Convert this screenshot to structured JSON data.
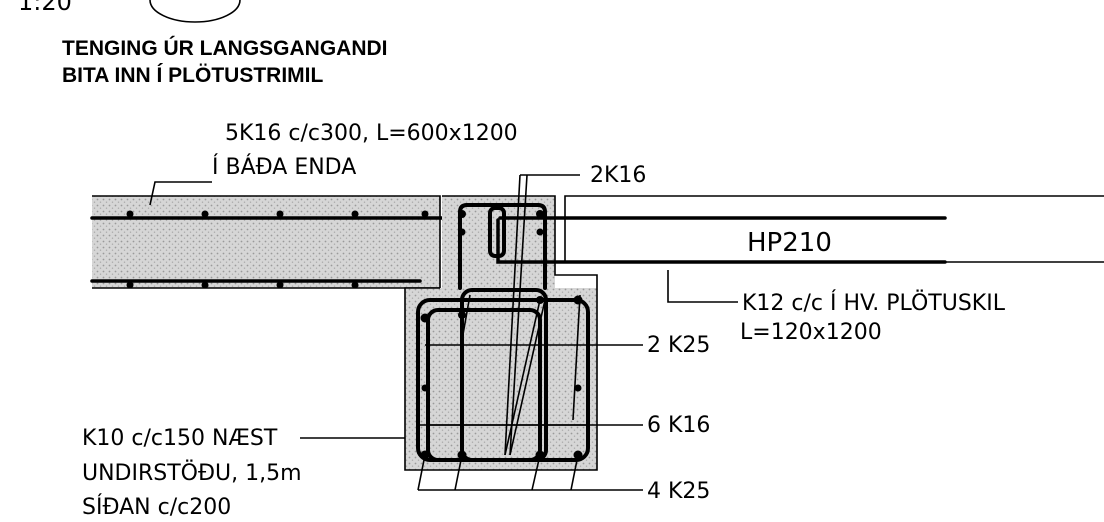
{
  "header": {
    "scale": "1:20",
    "title_line1": "TENGING ÚR LANGSGANGANDI",
    "title_line2": "BITA INN Í PLÖTUSTRIMIL"
  },
  "labels": {
    "top_rebar_line1": "5K16 c/c300, L=600x1200",
    "top_rebar_line2": "Í BÁÐA ENDA",
    "stirrup_top": "2K16",
    "slab": "HP210",
    "slab_rebar_line1": "K12 c/c Í HV. PLÖTUSKIL",
    "slab_rebar_line2": "L=120x1200",
    "beam_bars_top": "2 K25",
    "beam_bars_mid": "6 K16",
    "beam_bars_bottom": "4 K25",
    "stirrup_line1": "K10 c/c150 NÆST",
    "stirrup_line2": "UNDIRSTÖÐU, 1,5m",
    "stirrup_line3": "SÍÐAN c/c200"
  }
}
